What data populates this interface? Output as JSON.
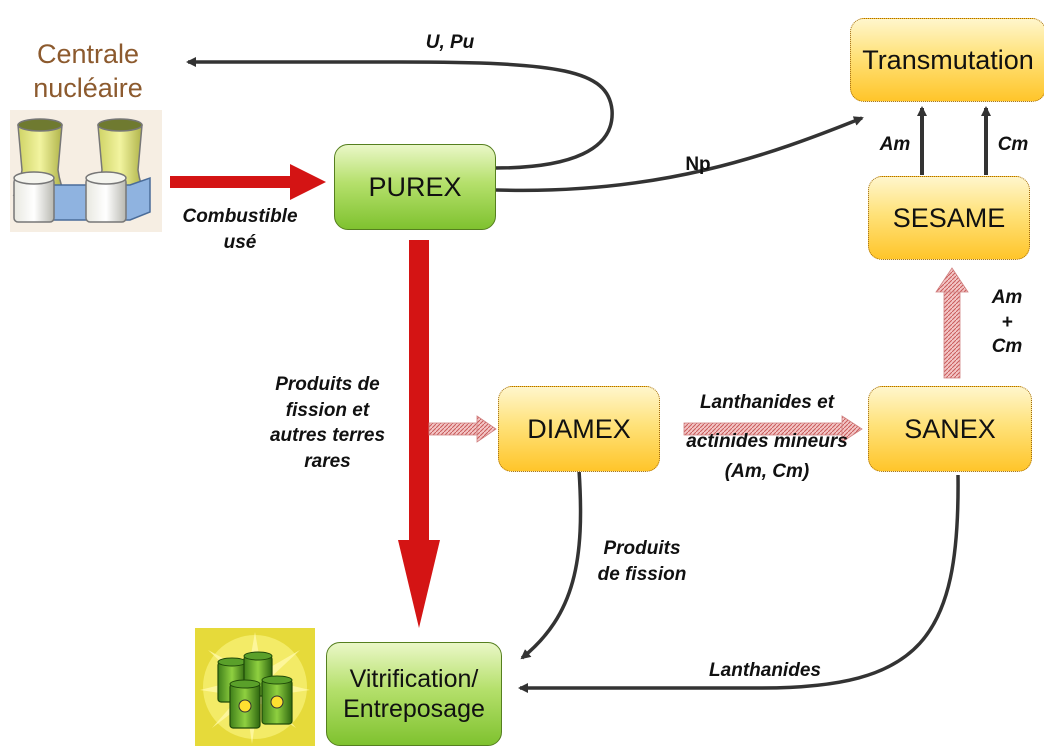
{
  "nodes": {
    "centrale": "Centrale nucléaire",
    "purex": "PUREX",
    "transmutation": "Transmutation",
    "sesame": "SESAME",
    "diamex": "DIAMEX",
    "sanex": "SANEX",
    "vitrification_line1": "Vitrification/",
    "vitrification_line2": "Entreposage"
  },
  "edges": {
    "combustible_line1": "Combustible",
    "combustible_line2": "usé",
    "u_pu": "U, Pu",
    "np": "Np",
    "am": "Am",
    "cm": "Cm",
    "am_plus_cm_line1": "Am",
    "am_plus_cm_line2": "+",
    "am_plus_cm_line3": "Cm",
    "produits_fission_autres_line1": "Produits de",
    "produits_fission_autres_line2": "fission et",
    "produits_fission_autres_line3": "autres terres",
    "produits_fission_autres_line4": "rares",
    "lanthanides_actinides_line1": "Lanthanides et",
    "lanthanides_actinides_line2": "actinides mineurs",
    "lanthanides_actinides_line3": "(Am, Cm)",
    "produits_fission_line1": "Produits",
    "produits_fission_line2": "de fission",
    "lanthanides": "Lanthanides"
  },
  "colors": {
    "red_arrow": "#d41414",
    "pale_arrow": "#e6a0a0",
    "dark_arrow": "#333333",
    "green_box": "#8fcd3c",
    "yellow_box": "#ffd24a",
    "centrale_text": "#8c5a2e"
  },
  "icons": {
    "power_plant": "nuclear-power-plant-icon",
    "waste": "nuclear-waste-barrels-icon"
  }
}
